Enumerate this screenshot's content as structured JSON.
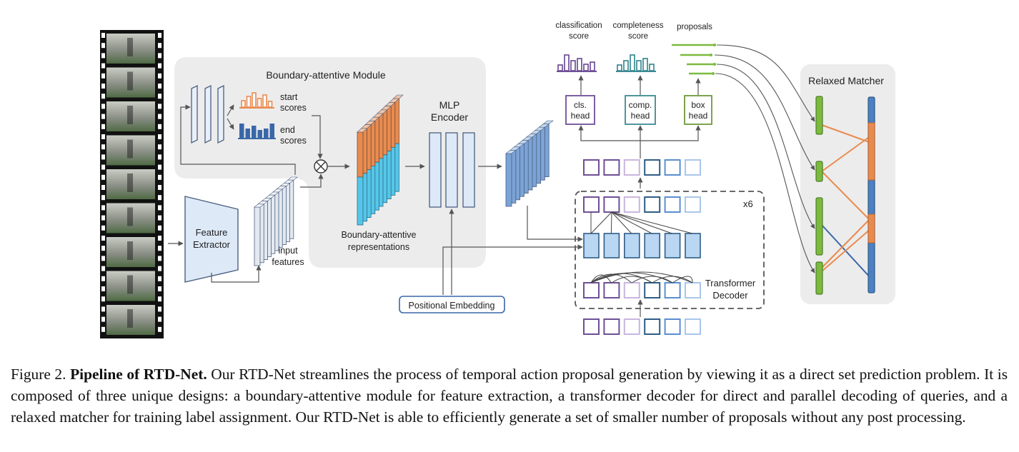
{
  "diagram": {
    "boundary_module_title": "Boundary-attentive Module",
    "start_scores_line1": "start",
    "start_scores_line2": "scores",
    "end_scores_line1": "end",
    "end_scores_line2": "scores",
    "feature_extractor_line1": "Feature",
    "feature_extractor_line2": "Extractor",
    "input_features_line1": "input",
    "input_features_line2": "features",
    "boundary_repr_line1": "Boundary-attentive",
    "boundary_repr_line2": "representations",
    "mlp_line1": "MLP",
    "mlp_line2": "Encoder",
    "positional_embedding": "Positional Embedding",
    "classification_line1": "classification",
    "classification_line2": "score",
    "completeness_line1": "completeness",
    "completeness_line2": "score",
    "proposals": "proposals",
    "cls_head_line1": "cls.",
    "cls_head_line2": "head",
    "comp_head_line1": "comp.",
    "comp_head_line2": "head",
    "box_head_line1": "box",
    "box_head_line2": "head",
    "repeat_label": "x6",
    "transformer_line1": "Transformer",
    "transformer_line2": "Decoder",
    "relaxed_matcher": "Relaxed Matcher"
  },
  "colors": {
    "orange": "#e98b4f",
    "cyan": "#56c6e8",
    "navy_blue": "#3a67a8",
    "light_blue": "#b9d6f2",
    "purple": "#6f4f96",
    "teal": "#3b8a93",
    "olive_green": "#6f9a3b",
    "green_bar": "#7cba3f",
    "module_gray": "#ececec"
  },
  "caption": {
    "figure_label": "Figure 2.",
    "bold_title": "Pipeline of RTD-Net.",
    "body": "Our RTD-Net streamlines the process of temporal action proposal generation by viewing it as a direct set prediction problem. It is composed of three unique designs: a boundary-attentive module for feature extraction, a transformer decoder for direct and parallel decoding of queries, and a relaxed matcher for training label assignment. Our RTD-Net is able to efficiently generate a set of smaller number of proposals without any post processing."
  }
}
